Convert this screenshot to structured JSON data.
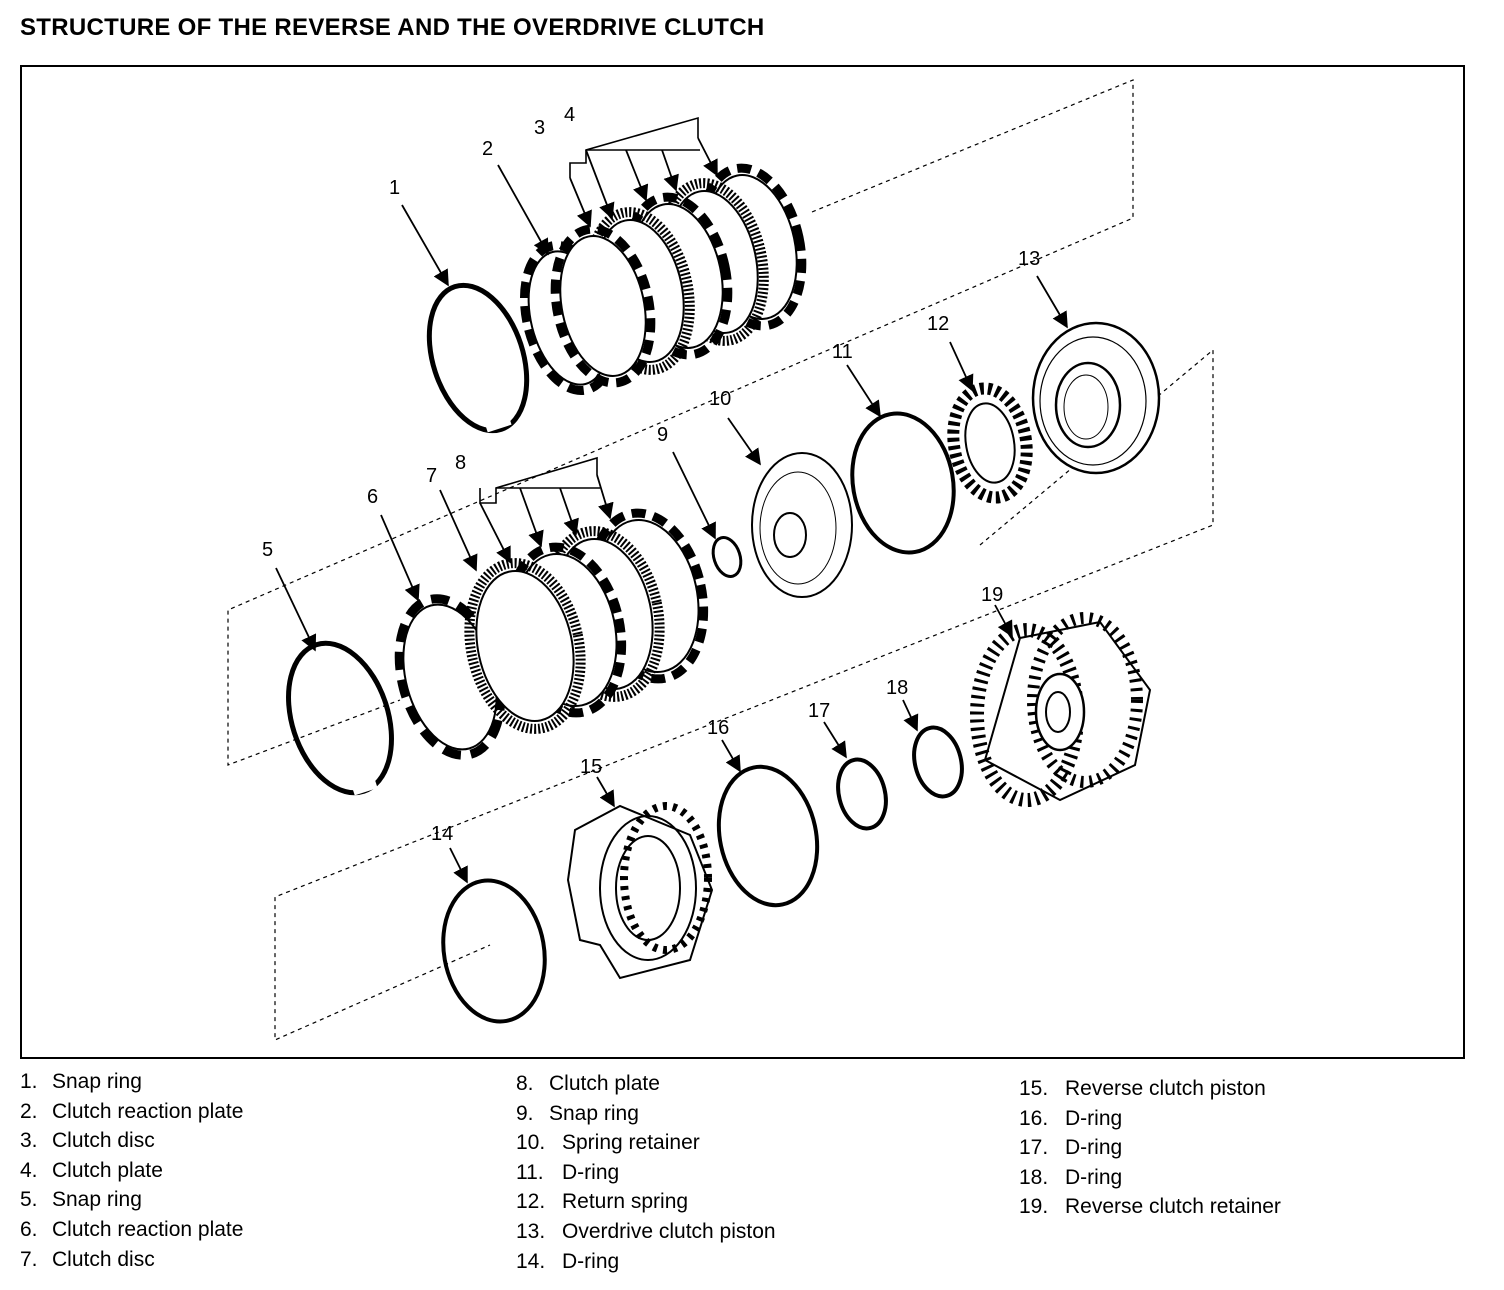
{
  "title": "STRUCTURE OF THE REVERSE AND THE OVERDRIVE CLUTCH",
  "callouts": {
    "c1": "1",
    "c2": "2",
    "c3": "3",
    "c4": "4",
    "c5": "5",
    "c6": "6",
    "c7": "7",
    "c8": "8",
    "c9": "9",
    "c10": "10",
    "c11": "11",
    "c12": "12",
    "c13": "13",
    "c14": "14",
    "c15": "15",
    "c16": "16",
    "c17": "17",
    "c18": "18",
    "c19": "19"
  },
  "legend": {
    "col1": [
      {
        "num": "1.",
        "label": "Snap ring"
      },
      {
        "num": "2.",
        "label": "Clutch reaction plate"
      },
      {
        "num": "3.",
        "label": "Clutch disc"
      },
      {
        "num": "4.",
        "label": "Clutch plate"
      },
      {
        "num": "5.",
        "label": "Snap ring"
      },
      {
        "num": "6.",
        "label": "Clutch reaction plate"
      },
      {
        "num": "7.",
        "label": "Clutch disc"
      }
    ],
    "col2": [
      {
        "num": "8.",
        "label": "Clutch plate"
      },
      {
        "num": "9.",
        "label": "Snap ring"
      },
      {
        "num": "10.",
        "label": "Spring retainer"
      },
      {
        "num": "11.",
        "label": "D-ring"
      },
      {
        "num": "12.",
        "label": "Return spring"
      },
      {
        "num": "13.",
        "label": "Overdrive clutch piston"
      },
      {
        "num": "14.",
        "label": "D-ring"
      }
    ],
    "col3": [
      {
        "num": "15.",
        "label": "Reverse clutch piston"
      },
      {
        "num": "16.",
        "label": "D-ring"
      },
      {
        "num": "17.",
        "label": "D-ring"
      },
      {
        "num": "18.",
        "label": "D-ring"
      },
      {
        "num": "19.",
        "label": "Reverse clutch retainer"
      }
    ]
  }
}
